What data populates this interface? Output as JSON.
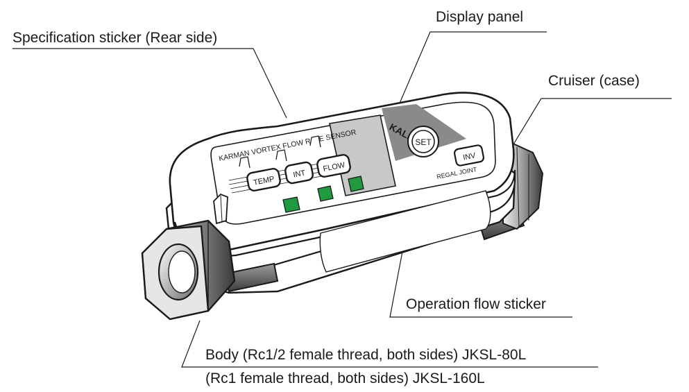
{
  "callouts": {
    "spec_sticker": "Specification sticker (Rear side)",
    "display_panel": "Display panel",
    "cruiser_case": "Cruiser (case)",
    "operation_sticker": "Operation flow sticker",
    "body_line1": "Body (Rc1/2 female thread, both sides) JKSL-80L",
    "body_line2": "(Rc1 female thread, both sides) JKSL-160L"
  },
  "device": {
    "header": "KARMAN VORTEX FLOW RATE SENSOR",
    "brand": "KALMAN",
    "set_button": "SET",
    "inv_button": "INV",
    "temp_button": "TEMP",
    "int_button": "INT",
    "flow_button": "FLOW",
    "regal_joint": "REGAL JOINT"
  },
  "colors": {
    "line": "#1a1a1a",
    "led_green": "#1f9a3e",
    "display_gray": "#c8c8c8",
    "panel_gray": "#8a8a8a",
    "hex_dark": "#555555"
  }
}
